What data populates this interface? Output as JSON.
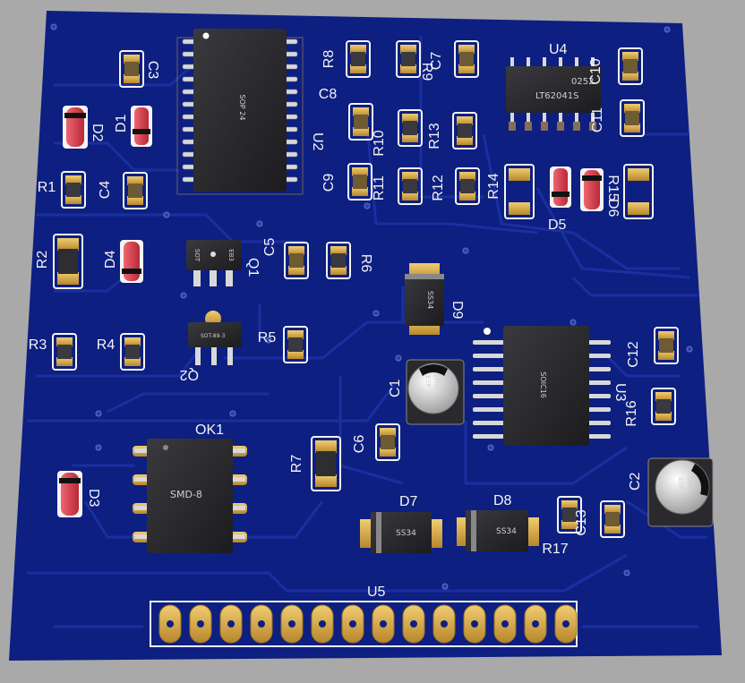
{
  "board": {
    "designators": {
      "c1": "C1",
      "c2": "C2",
      "c3": "C3",
      "c4": "C4",
      "c5": "C5",
      "c6": "C6",
      "c7": "C7",
      "c8": "C8",
      "c9": "C9",
      "c10": "C10",
      "c11": "C11",
      "c12": "C12",
      "c13": "C13",
      "d1": "D1",
      "d2": "D2",
      "d3": "D3",
      "d4": "D4",
      "d5": "D5",
      "d6": "D6",
      "d7": "D7",
      "d8": "D8",
      "d9": "D9",
      "r1": "R1",
      "r2": "R2",
      "r3": "R3",
      "r4": "R4",
      "r5": "R5",
      "r6": "R6",
      "r7": "R7",
      "r8": "R8",
      "r9": "R9",
      "r10": "R10",
      "r11": "R11",
      "r12": "R12",
      "r13": "R13",
      "r14": "R14",
      "r15": "R15",
      "r16": "R16",
      "r17": "R17",
      "q1": "Q1",
      "q2": "Q2",
      "u2": "U2",
      "u3": "U3",
      "u4": "U4",
      "u5": "U5",
      "ok1": "OK1"
    },
    "markings": {
      "u2_body": "SOP 24",
      "u3_body": "SOIC16",
      "u4_line1": "0252",
      "u4_line2": "LT62041S",
      "ok1_body": "SMD-8",
      "q1_left": "SOT",
      "q1_right": "EB3",
      "q2_body": "SOT-89-3",
      "diode_body": "SS34",
      "cap_line1": "SMD",
      "cap_line2": "ESP"
    },
    "colors": {
      "background": "#a9a9a9",
      "board": "#0d1f80",
      "copper": "#d6a33c",
      "silkscreen": "#f4f4f4",
      "component_body": "#2a2a2e",
      "diode_body": "#d6394a"
    }
  }
}
